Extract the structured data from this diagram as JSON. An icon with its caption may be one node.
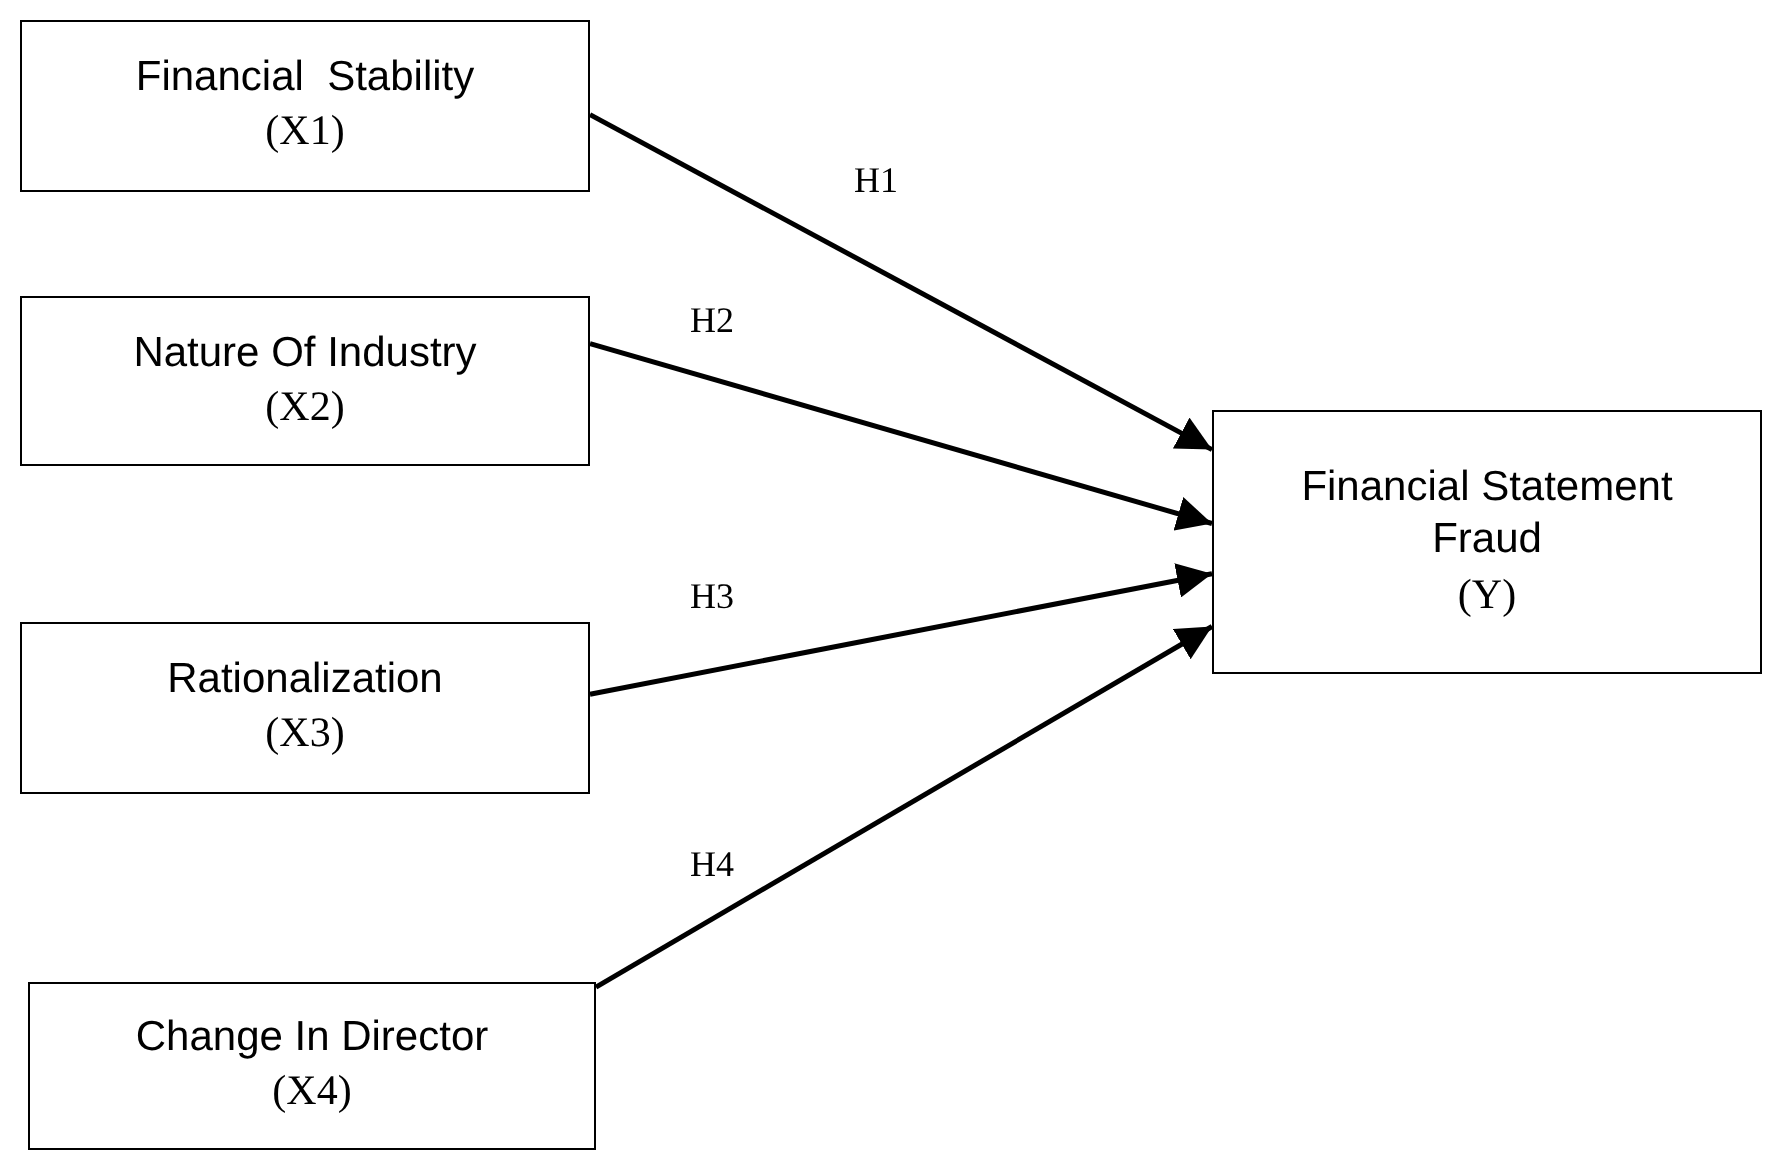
{
  "diagram": {
    "nodes": [
      {
        "text": [
          "Financial  Stability",
          "(X1)"
        ]
      },
      {
        "text": [
          "Nature Of Industry",
          "(X2)"
        ]
      },
      {
        "text": [
          "Rationalization",
          "(X3)"
        ]
      },
      {
        "text": [
          "Change In Director",
          "(X4)"
        ]
      },
      {
        "text": [
          "Financial Statement Fraud",
          "(Y)"
        ]
      }
    ],
    "edges": [
      {
        "from": 0,
        "to": 4,
        "arrow": "to",
        "label": "H1"
      },
      {
        "from": 1,
        "to": 4,
        "arrow": "to",
        "label": "H2"
      },
      {
        "from": 2,
        "to": 4,
        "arrow": "to",
        "label": "H3"
      },
      {
        "from": 3,
        "to": 4,
        "arrow": "to",
        "label": "H4"
      }
    ]
  }
}
